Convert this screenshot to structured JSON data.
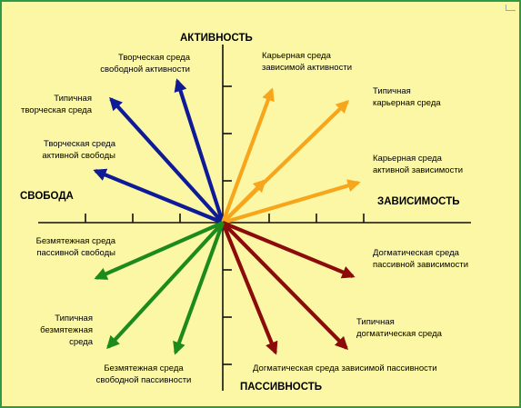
{
  "axes": {
    "top": "АКТИВНОСТЬ",
    "bottom": "ПАССИВНОСТЬ",
    "left": "СВОБОДА",
    "right": "ЗАВИСИМОСТЬ"
  },
  "colors": {
    "creative": "#0f1b96",
    "career": "#f7a51b",
    "dogmatic": "#8b0a0a",
    "careless": "#1c8b1c",
    "axis": "#111111",
    "background": "#fcf7a5",
    "frame": "#2d9a4a"
  },
  "environments": {
    "creative_free_activity": [
      "Творческая среда",
      "свободной активности"
    ],
    "typical_creative": [
      "Типичная",
      "творческая среда"
    ],
    "creative_active_freedom": [
      "Творческая среда",
      "активной свободы"
    ],
    "career_dependent_activity": [
      "Карьерная среда",
      "зависимой активности"
    ],
    "typical_career": [
      "Типичная",
      "карьерная среда"
    ],
    "career_active_dependence": [
      "Карьерная среда",
      "активной зависимости"
    ],
    "careless_passive_freedom": [
      "Безмятежная среда",
      "пассивной свободы"
    ],
    "typical_careless": [
      "Типичная",
      "безмятежная",
      "среда"
    ],
    "careless_free_passivity": [
      "Безмятежная среда",
      "свободной пассивности"
    ],
    "dogmatic_passive_dependence": [
      "Догматическая среда",
      "пассивной зависимости"
    ],
    "typical_dogmatic": [
      "Типичная",
      "догматическая среда"
    ],
    "dogmatic_dependent_passivity": [
      "Догматическая среда зависимой пассивности"
    ]
  }
}
